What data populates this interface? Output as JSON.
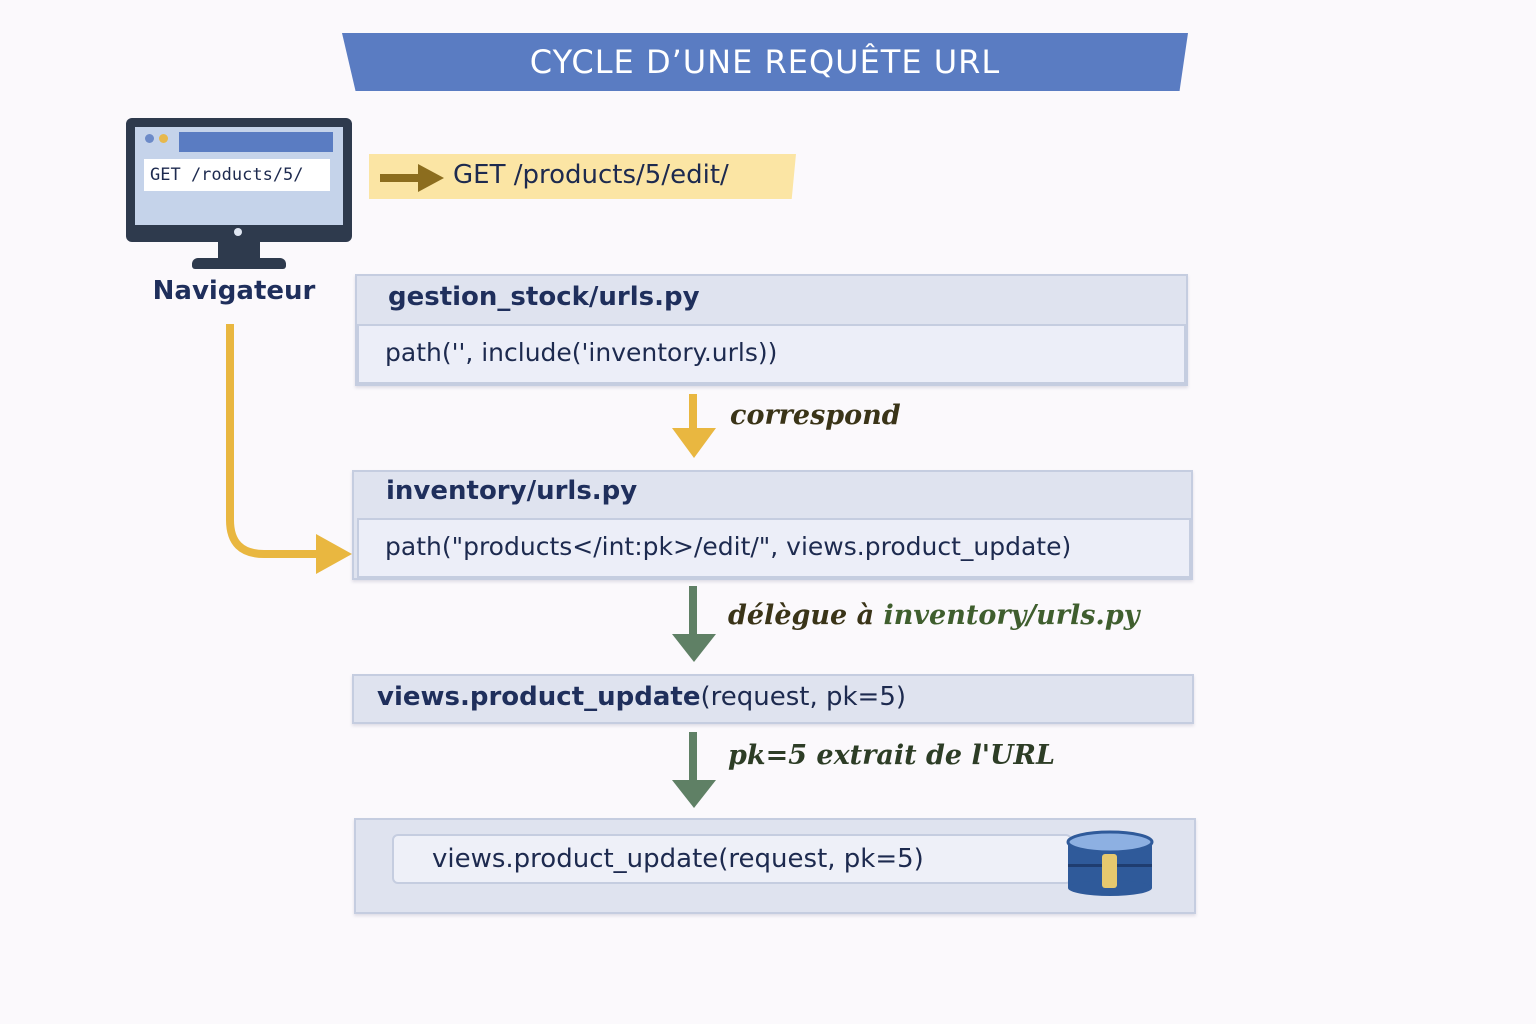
{
  "title": "CYCLE D’UNE REQUÊTE URL",
  "browser": {
    "url_text": "GET  /roducts/5/",
    "label": "Navigateur"
  },
  "request": {
    "text": "GET /products/5/edit/"
  },
  "project_urls": {
    "title": "gestion_stock/urls.py",
    "code": "path('', include('inventory.urls))"
  },
  "step1_label": "correspond",
  "app_urls": {
    "title": "inventory/urls.py",
    "code": "path(\"products</int:pk>/edit/\", views.product_update)"
  },
  "step2_label": "délègue à inventory/urls.py",
  "view_call": {
    "func": "views.product_update",
    "args": "(request, pk=5)"
  },
  "step3_label": "pk=5 extrait de l'URL",
  "final_box": {
    "code": "views.product_update(request, pk=5)"
  },
  "icons": [
    "monitor-icon",
    "arrow-right-icon",
    "arrow-down-icon",
    "database-icon"
  ],
  "colors": {
    "title_bg": "#5a7cc2",
    "request_bg": "#fbe5a4",
    "yellow_arrow": "#e9b740",
    "green_arrow": "#5f8065",
    "text_dark": "#1f2f5c"
  }
}
